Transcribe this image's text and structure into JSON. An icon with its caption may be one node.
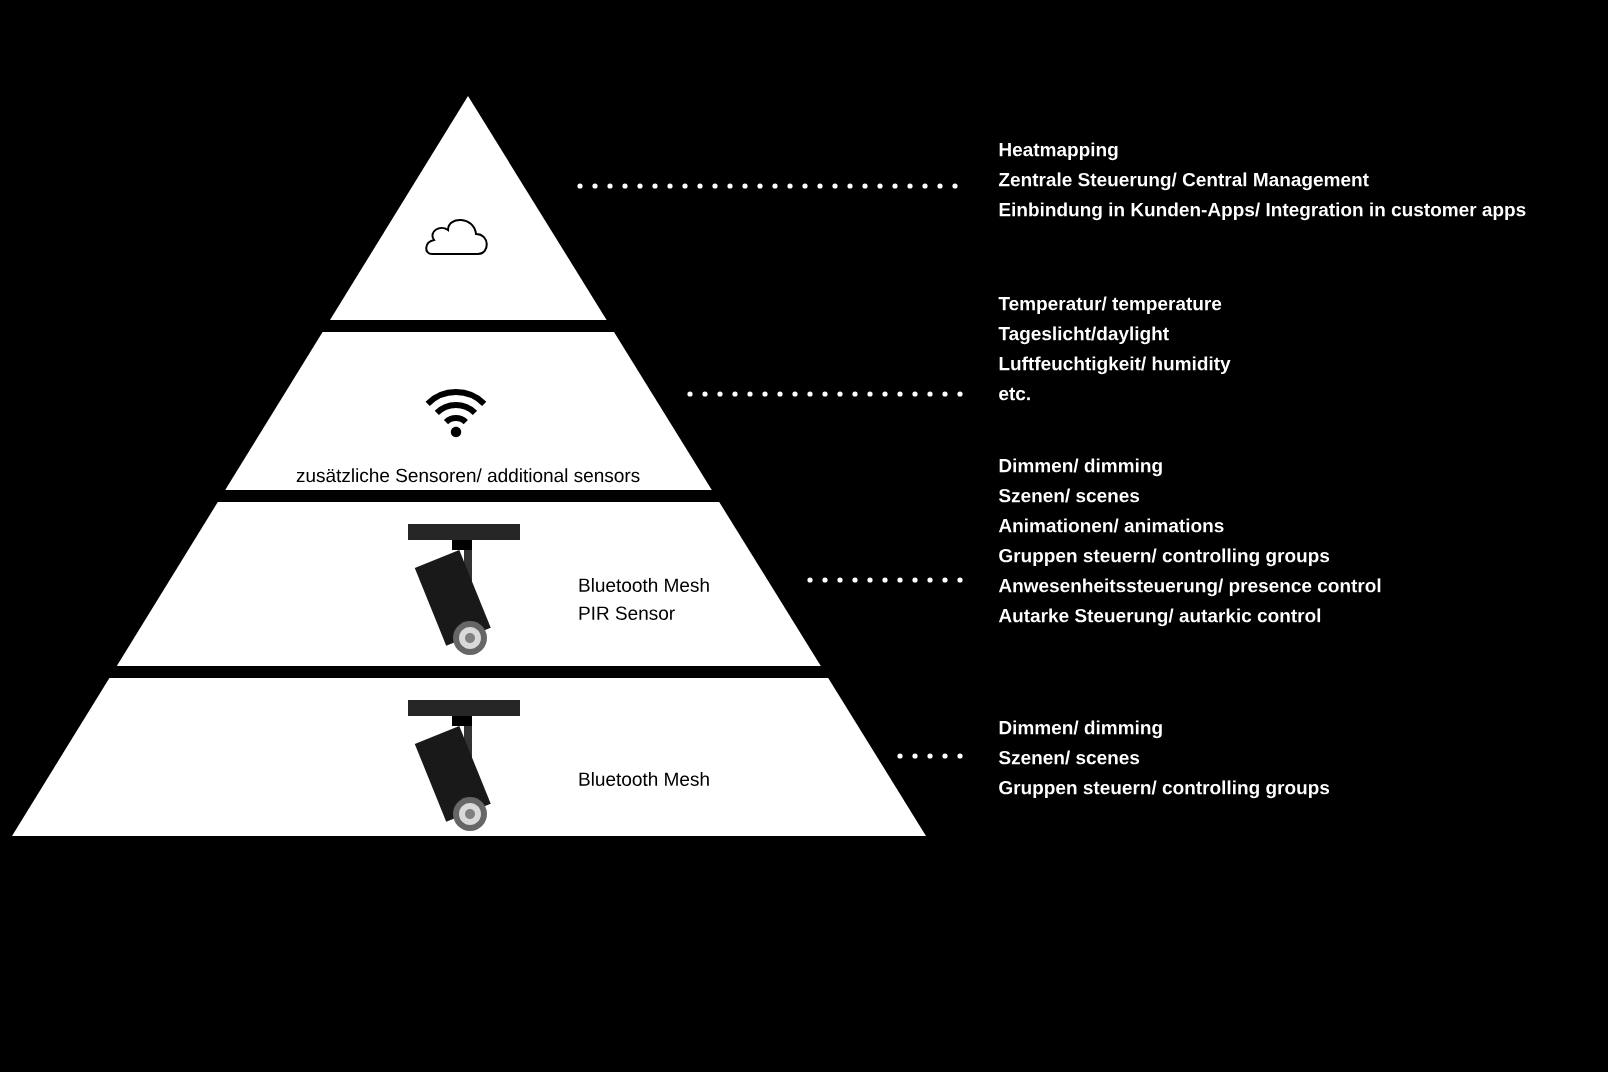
{
  "diagram": {
    "nodes": [
      {
        "text": [],
        "shape": "triangle"
      },
      {
        "text": [
          "zusätzliche Sensoren/ additional sensors"
        ]
      },
      {
        "text": [
          "Bluetooth Mesh PIR Sensor"
        ]
      },
      {
        "text": [
          "Bluetooth Mesh"
        ]
      },
      {
        "text": [
          "Heatmapping",
          "Zentrale Steuerung/ Central Management",
          "Einbindung in Kunden-Apps/ Integration in customer apps"
        ]
      },
      {
        "text": [
          "Temperatur/ temperature",
          "Tageslicht/daylight",
          "Luftfeuchtigkeit/ humidity",
          "etc."
        ]
      },
      {
        "text": [
          "Dimmen/ dimming",
          "Szenen/ scenes",
          "Animationen/ animations",
          "Gruppen steuern/ controlling groups",
          "Anwesenheitssteuerung/ presence control",
          "Autarke Steuerung/ autarkic control"
        ]
      },
      {
        "text": [
          "Dimmen/ dimming",
          "Szenen/ scenes",
          "Gruppen steuern/ controlling groups"
        ]
      }
    ],
    "edges": [
      {
        "from": 0,
        "to": 4,
        "arrow": "none"
      },
      {
        "from": 1,
        "to": 5,
        "arrow": "none"
      },
      {
        "from": 2,
        "to": 6,
        "arrow": "none"
      },
      {
        "from": 3,
        "to": 7,
        "arrow": "none"
      }
    ]
  }
}
